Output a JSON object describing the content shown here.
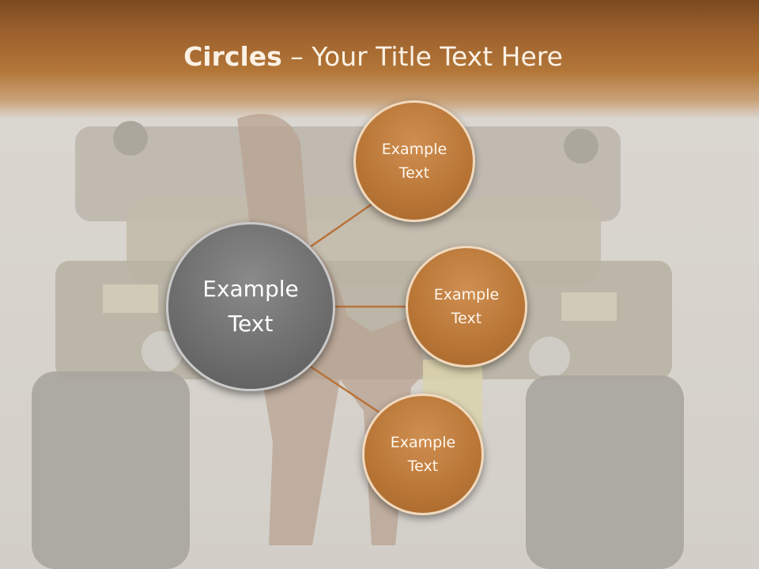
{
  "title": {
    "bold": "Circles",
    "rest": " – Your Title Text Here"
  },
  "center": {
    "label": "Example\nText"
  },
  "nodes": [
    {
      "label": "Example\nText"
    },
    {
      "label": "Example\nText"
    },
    {
      "label": "Example\nText"
    }
  ],
  "colors": {
    "header": "#a56830",
    "center_circle": "#707070",
    "node_circle": "#b87535",
    "connector": "#b8733a"
  }
}
